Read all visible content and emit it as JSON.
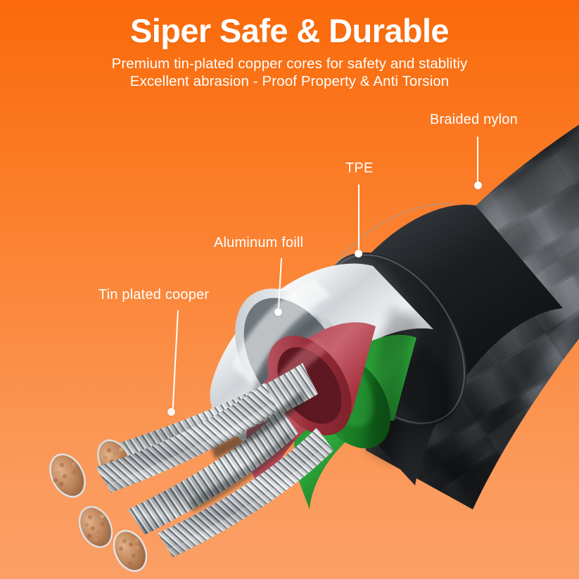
{
  "header": {
    "title": "Siper Safe & Durable",
    "subtitle_line1": "Premium tin-plated copper cores for safety and stablitiy",
    "subtitle_line2": "Excellent abrasion - Proof Property & Anti Torsion"
  },
  "callouts": [
    {
      "id": "braided-nylon",
      "label": "Braided nylon"
    },
    {
      "id": "tpe",
      "label": "TPE"
    },
    {
      "id": "aluminum-foil",
      "label": "Aluminum foill"
    },
    {
      "id": "tin-plated-copper",
      "label": "Tin plated cooper"
    }
  ],
  "colors": {
    "background_top": "#FA6A0A",
    "background_bottom": "#FB9F66",
    "text": "#FFFFFF",
    "leader_line": "#FFFFFF",
    "braid_dark": "#3A3E42",
    "braid_light": "#8E949A",
    "tpe_jacket": "#24272A",
    "foil_silver": "#D9DCDE",
    "wire_red": "#A93340",
    "wire_green": "#1F8E2F",
    "strand_silver": "#C9CDD1",
    "copper_core": "#C28C63"
  },
  "illustration": {
    "name": "cutaway-usb-cable",
    "layers": [
      "braided nylon sheath",
      "TPE jacket",
      "aluminum foil shield",
      "red insulated conductor",
      "green insulated conductor",
      "tin plated copper strands"
    ],
    "strand_bundles": 4
  }
}
